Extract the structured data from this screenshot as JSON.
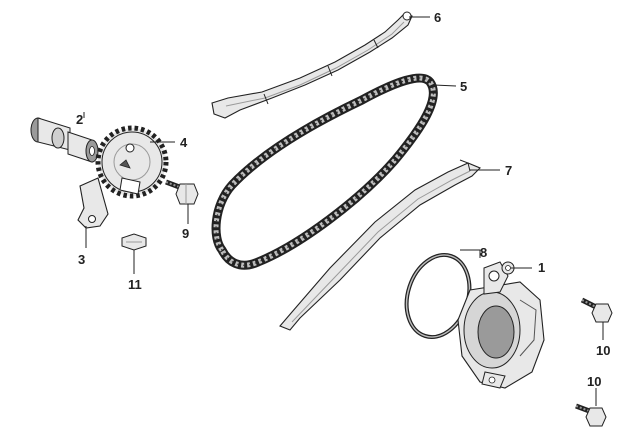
{
  "callouts": {
    "c1": "1",
    "c2": "2",
    "c3": "3",
    "c4": "4",
    "c5": "5",
    "c6": "6",
    "c7": "7",
    "c8": "8",
    "c9": "9",
    "c10a": "10",
    "c10b": "10",
    "c11": "11"
  },
  "colors": {
    "line": "#222222",
    "part_fill": "#e8e8e8",
    "part_shade": "#9a9a9a",
    "dark": "#555555",
    "background": "#ffffff"
  }
}
